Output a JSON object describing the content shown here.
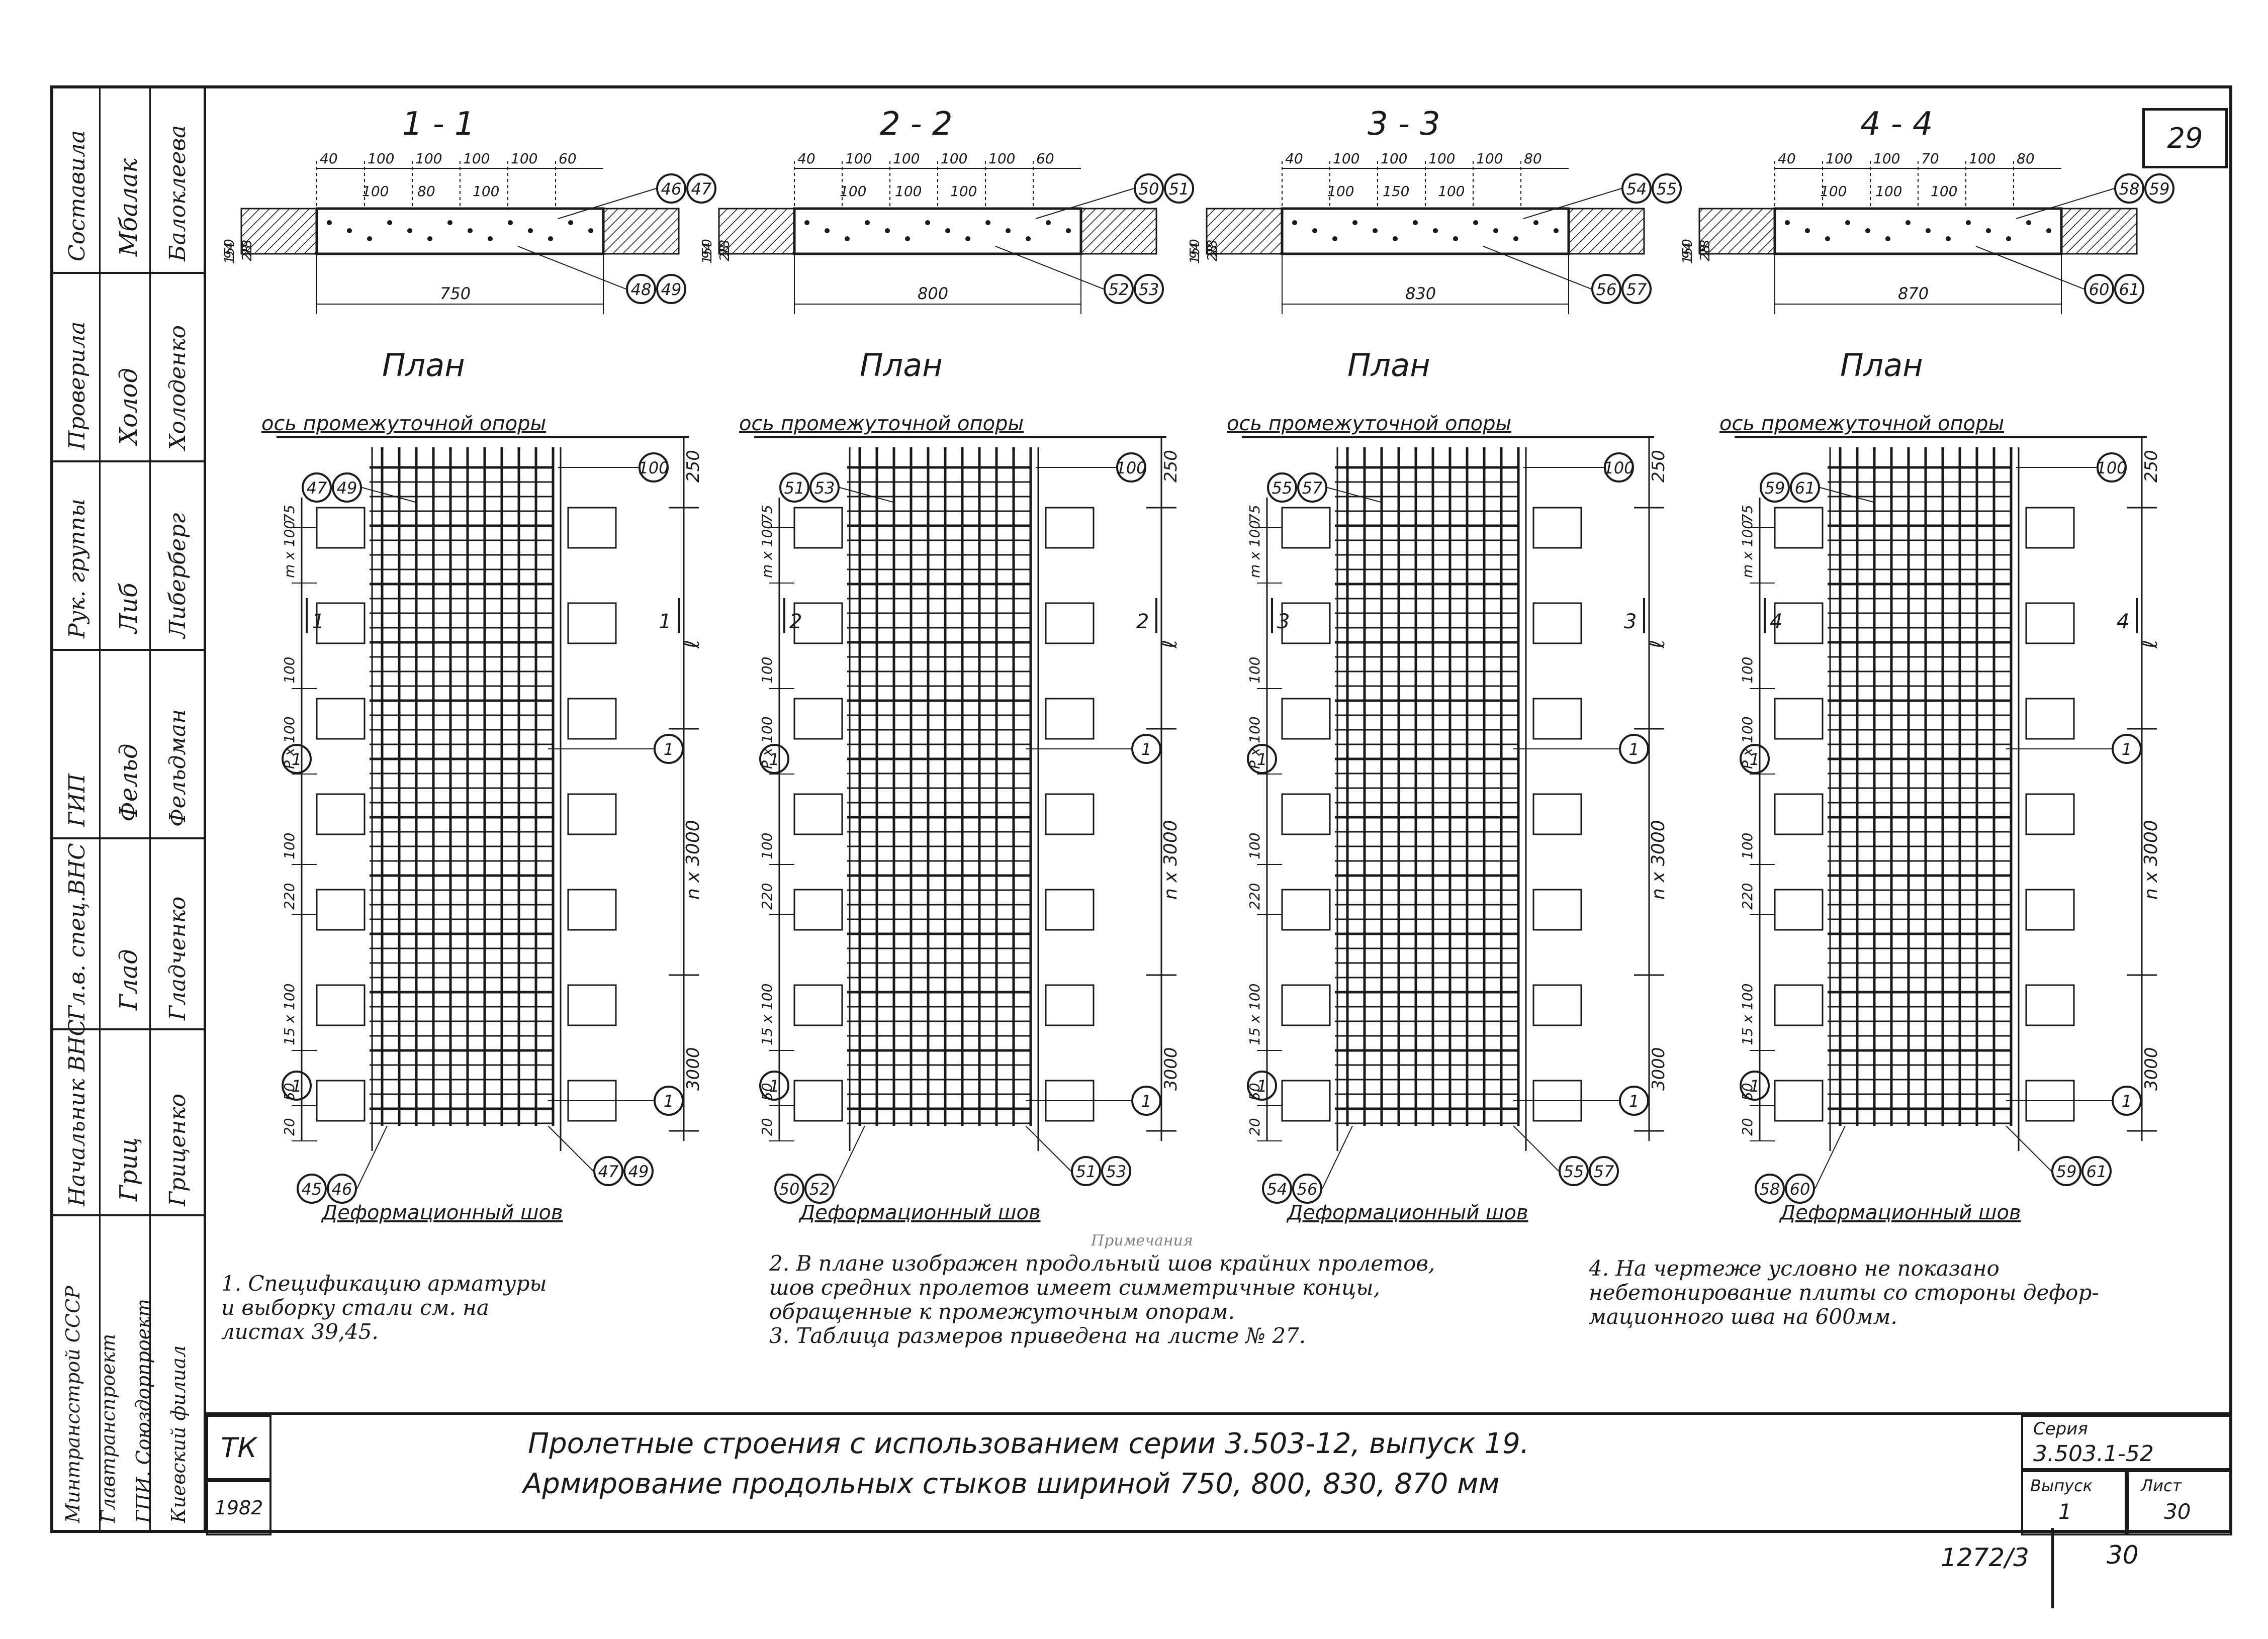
{
  "page_number": "29",
  "stamps": [
    {
      "role": "Составила",
      "name": "Балоклеева",
      "signature": "Мбалак"
    },
    {
      "role": "Проверила",
      "name": "Холоденко",
      "signature": "Холод"
    },
    {
      "role": "Рук. группы",
      "name": "Либерберг",
      "signature": "Либ"
    },
    {
      "role": "ГИП",
      "name": "Фельдман",
      "signature": "Фельд"
    },
    {
      "role": "Гл.в. спец.ВНС",
      "name": "Гладченко",
      "signature": "Глад"
    },
    {
      "role": "Начальник ВНС",
      "name": "Гриценко",
      "signature": "Гриц"
    }
  ],
  "organization": [
    "Минтрансстрой СССР",
    "Главтранспроект",
    "ГПИ. Союздорпроект",
    "Киевский филиал"
  ],
  "panels": [
    {
      "section_title": "1-1",
      "section_top_dims": [
        "40",
        "100",
        "100",
        "100",
        "100",
        "60"
      ],
      "section_mid_dims": [
        "100",
        "80",
        "100"
      ],
      "section_width": "750",
      "section_left_dims": [
        "150",
        "28",
        "94",
        "28"
      ],
      "section_callouts": [
        "46",
        "47",
        "48",
        "49"
      ],
      "plan_title": "План",
      "axis_label": "ось промежуточной опоры",
      "seam_label": "Деформационный шов",
      "callouts_top": [
        "47",
        "49"
      ],
      "callout_right": "100",
      "callout_mid": "1",
      "callout_low": "1",
      "callouts_bottom_left": [
        "45",
        "46"
      ],
      "callouts_bottom_right": [
        "47",
        "49"
      ],
      "cut_marks": [
        "1",
        "1"
      ],
      "dims_right": [
        "250",
        "ℓ",
        "n x 3000",
        "3000"
      ],
      "dims_left": [
        "75",
        "m x 100",
        "100",
        "P x 100",
        "100",
        "220",
        "15 x 100",
        "50",
        "20"
      ]
    },
    {
      "section_title": "2-2",
      "section_top_dims": [
        "40",
        "100",
        "100",
        "100",
        "100",
        "60"
      ],
      "section_mid_dims": [
        "100",
        "100",
        "100"
      ],
      "section_width": "800",
      "section_left_dims": [
        "150",
        "28",
        "94",
        "28"
      ],
      "section_callouts": [
        "50",
        "51",
        "52",
        "53"
      ],
      "plan_title": "План",
      "axis_label": "ось промежуточной опоры",
      "seam_label": "Деформационный шов",
      "callouts_top": [
        "51",
        "53"
      ],
      "callout_right": "100",
      "callout_mid": "1",
      "callout_low": "1",
      "callouts_bottom_left": [
        "50",
        "52"
      ],
      "callouts_bottom_right": [
        "51",
        "53"
      ],
      "cut_marks": [
        "2",
        "2"
      ],
      "dims_right": [
        "250",
        "ℓ",
        "n x 3000",
        "3000"
      ],
      "dims_left": [
        "75",
        "m x 100",
        "100",
        "P x 100",
        "100",
        "220",
        "15 x 100",
        "50",
        "20"
      ]
    },
    {
      "section_title": "3-3",
      "section_top_dims": [
        "40",
        "100",
        "100",
        "100",
        "100",
        "80"
      ],
      "section_mid_dims": [
        "100",
        "150",
        "100"
      ],
      "section_width": "830",
      "section_left_dims": [
        "150",
        "28",
        "94",
        "28"
      ],
      "section_callouts": [
        "54",
        "55",
        "56",
        "57"
      ],
      "plan_title": "План",
      "axis_label": "ось промежуточной опоры",
      "seam_label": "Деформационный шов",
      "callouts_top": [
        "55",
        "57"
      ],
      "callout_right": "100",
      "callout_mid": "1",
      "callout_low": "1",
      "callouts_bottom_left": [
        "54",
        "56"
      ],
      "callouts_bottom_right": [
        "55",
        "57"
      ],
      "cut_marks": [
        "3",
        "3"
      ],
      "dims_right": [
        "250",
        "ℓ",
        "n x 3000",
        "3000"
      ],
      "dims_left": [
        "75",
        "m x 100",
        "100",
        "P x 100",
        "100",
        "220",
        "15 x 100",
        "50",
        "20"
      ]
    },
    {
      "section_title": "4-4",
      "section_top_dims": [
        "40",
        "100",
        "100",
        "70",
        "100",
        "80"
      ],
      "section_mid_dims": [
        "100",
        "100",
        "100"
      ],
      "section_width": "870",
      "section_left_dims": [
        "150",
        "28",
        "94",
        "28"
      ],
      "section_callouts": [
        "58",
        "59",
        "60",
        "61"
      ],
      "plan_title": "План",
      "axis_label": "ось промежуточной опоры",
      "seam_label": "Деформационный шов",
      "callouts_top": [
        "59",
        "61"
      ],
      "callout_right": "100",
      "callout_mid": "1",
      "callout_low": "1",
      "callouts_bottom_left": [
        "58",
        "60"
      ],
      "callouts_bottom_right": [
        "59",
        "61"
      ],
      "cut_marks": [
        "4",
        "4"
      ],
      "dims_right": [
        "250",
        "ℓ",
        "n x 3000",
        "3000"
      ],
      "dims_left": [
        "75",
        "m x 100",
        "100",
        "P x 100",
        "100",
        "220",
        "15 x 100",
        "50",
        "20"
      ]
    }
  ],
  "notes_heading": "Примечания",
  "notes": {
    "n1": [
      "1. Спецификацию арматуры",
      "и выборку стали см. на",
      "листах 39,45."
    ],
    "n2": [
      "2. В плане изображен продольный шов крайних пролетов,",
      "шов средних пролетов имеет симметричные концы,",
      "обращенные к промежуточным опорам."
    ],
    "n3": [
      "3. Таблица размеров приведена на листе № 27."
    ],
    "n4": [
      "4. На чертеже условно не показано",
      "небетонирование плиты со стороны дефор-",
      "мационного шва на 600мм."
    ]
  },
  "title_block": {
    "code": "ТК",
    "year": "1982",
    "title_line1": "Пролетные строения с использованием серии 3.503-12, выпуск 19.",
    "title_line2": "Армирование продольных стыков шириной 750, 800, 830, 870 мм",
    "series_label": "Серия",
    "series_value": "3.503.1-52",
    "issue_label": "Выпуск",
    "issue_value": "1",
    "sheet_label": "Лист",
    "sheet_value": "30"
  },
  "footer": {
    "drawing_no": "1272/3",
    "page": "30"
  }
}
